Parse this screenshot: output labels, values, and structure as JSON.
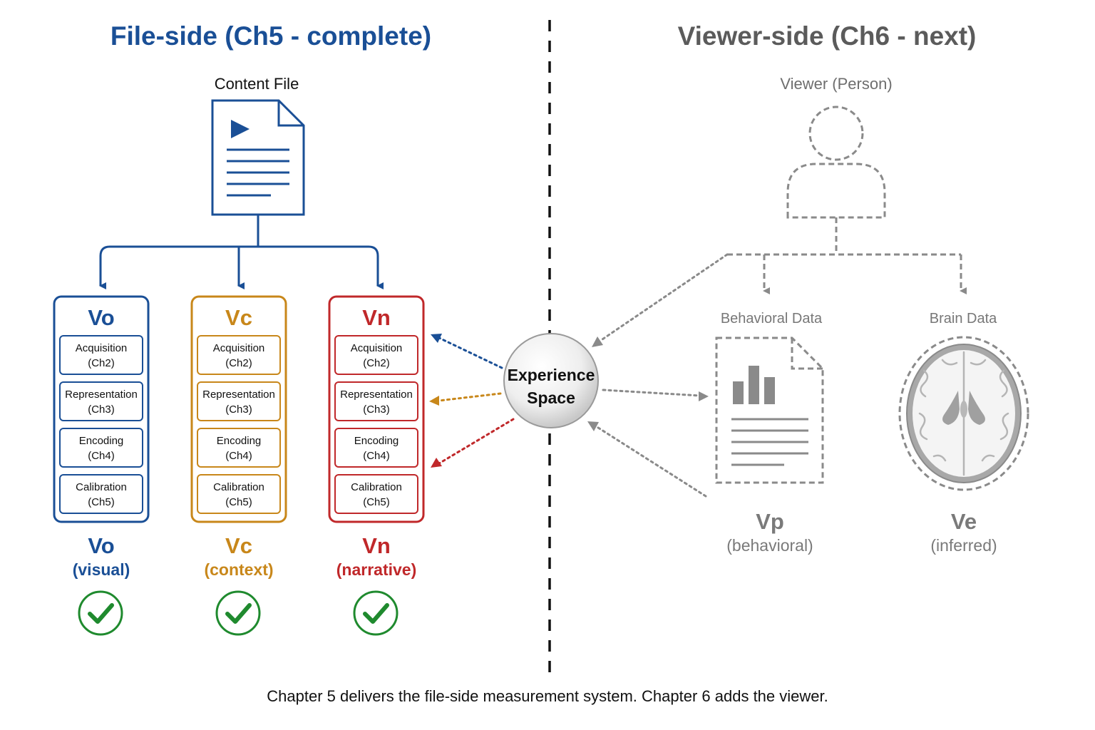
{
  "titles": {
    "file_side": "File-side (Ch5 - complete)",
    "viewer_side": "Viewer-side (Ch6 - next)"
  },
  "file": {
    "label": "Content File"
  },
  "viewer": {
    "label": "Viewer (Person)",
    "behavioral_label": "Behavioral Data",
    "brain_label": "Brain Data",
    "vp_symbol": "Vp",
    "vp_sub": "(behavioral)",
    "ve_symbol": "Ve",
    "ve_sub": "(inferred)"
  },
  "experience": {
    "line1": "Experience",
    "line2": "Space"
  },
  "columns": [
    {
      "symbol": "Vo",
      "sub": "(visual)",
      "color": "#1a4f96",
      "stages": [
        {
          "name": "Acquisition",
          "ch": "(Ch2)"
        },
        {
          "name": "Representation",
          "ch": "(Ch3)"
        },
        {
          "name": "Encoding",
          "ch": "(Ch4)"
        },
        {
          "name": "Calibration",
          "ch": "(Ch5)"
        }
      ]
    },
    {
      "symbol": "Vc",
      "sub": "(context)",
      "color": "#c8871a",
      "stages": [
        {
          "name": "Acquisition",
          "ch": "(Ch2)"
        },
        {
          "name": "Representation",
          "ch": "(Ch3)"
        },
        {
          "name": "Encoding",
          "ch": "(Ch4)"
        },
        {
          "name": "Calibration",
          "ch": "(Ch5)"
        }
      ]
    },
    {
      "symbol": "Vn",
      "sub": "(narrative)",
      "color": "#c0282a",
      "stages": [
        {
          "name": "Acquisition",
          "ch": "(Ch2)"
        },
        {
          "name": "Representation",
          "ch": "(Ch3)"
        },
        {
          "name": "Encoding",
          "ch": "(Ch4)"
        },
        {
          "name": "Calibration",
          "ch": "(Ch5)"
        }
      ]
    }
  ],
  "colors": {
    "check": "#1f8a2e",
    "gray": "#8a8a8a",
    "file_blue": "#1a4f96"
  },
  "icons": [
    "document-icon",
    "play-icon",
    "person-icon",
    "chart-document-icon",
    "brain-icon",
    "checkmark-icon"
  ],
  "caption": "Chapter 5 delivers the file-side measurement system. Chapter 6 adds the viewer."
}
